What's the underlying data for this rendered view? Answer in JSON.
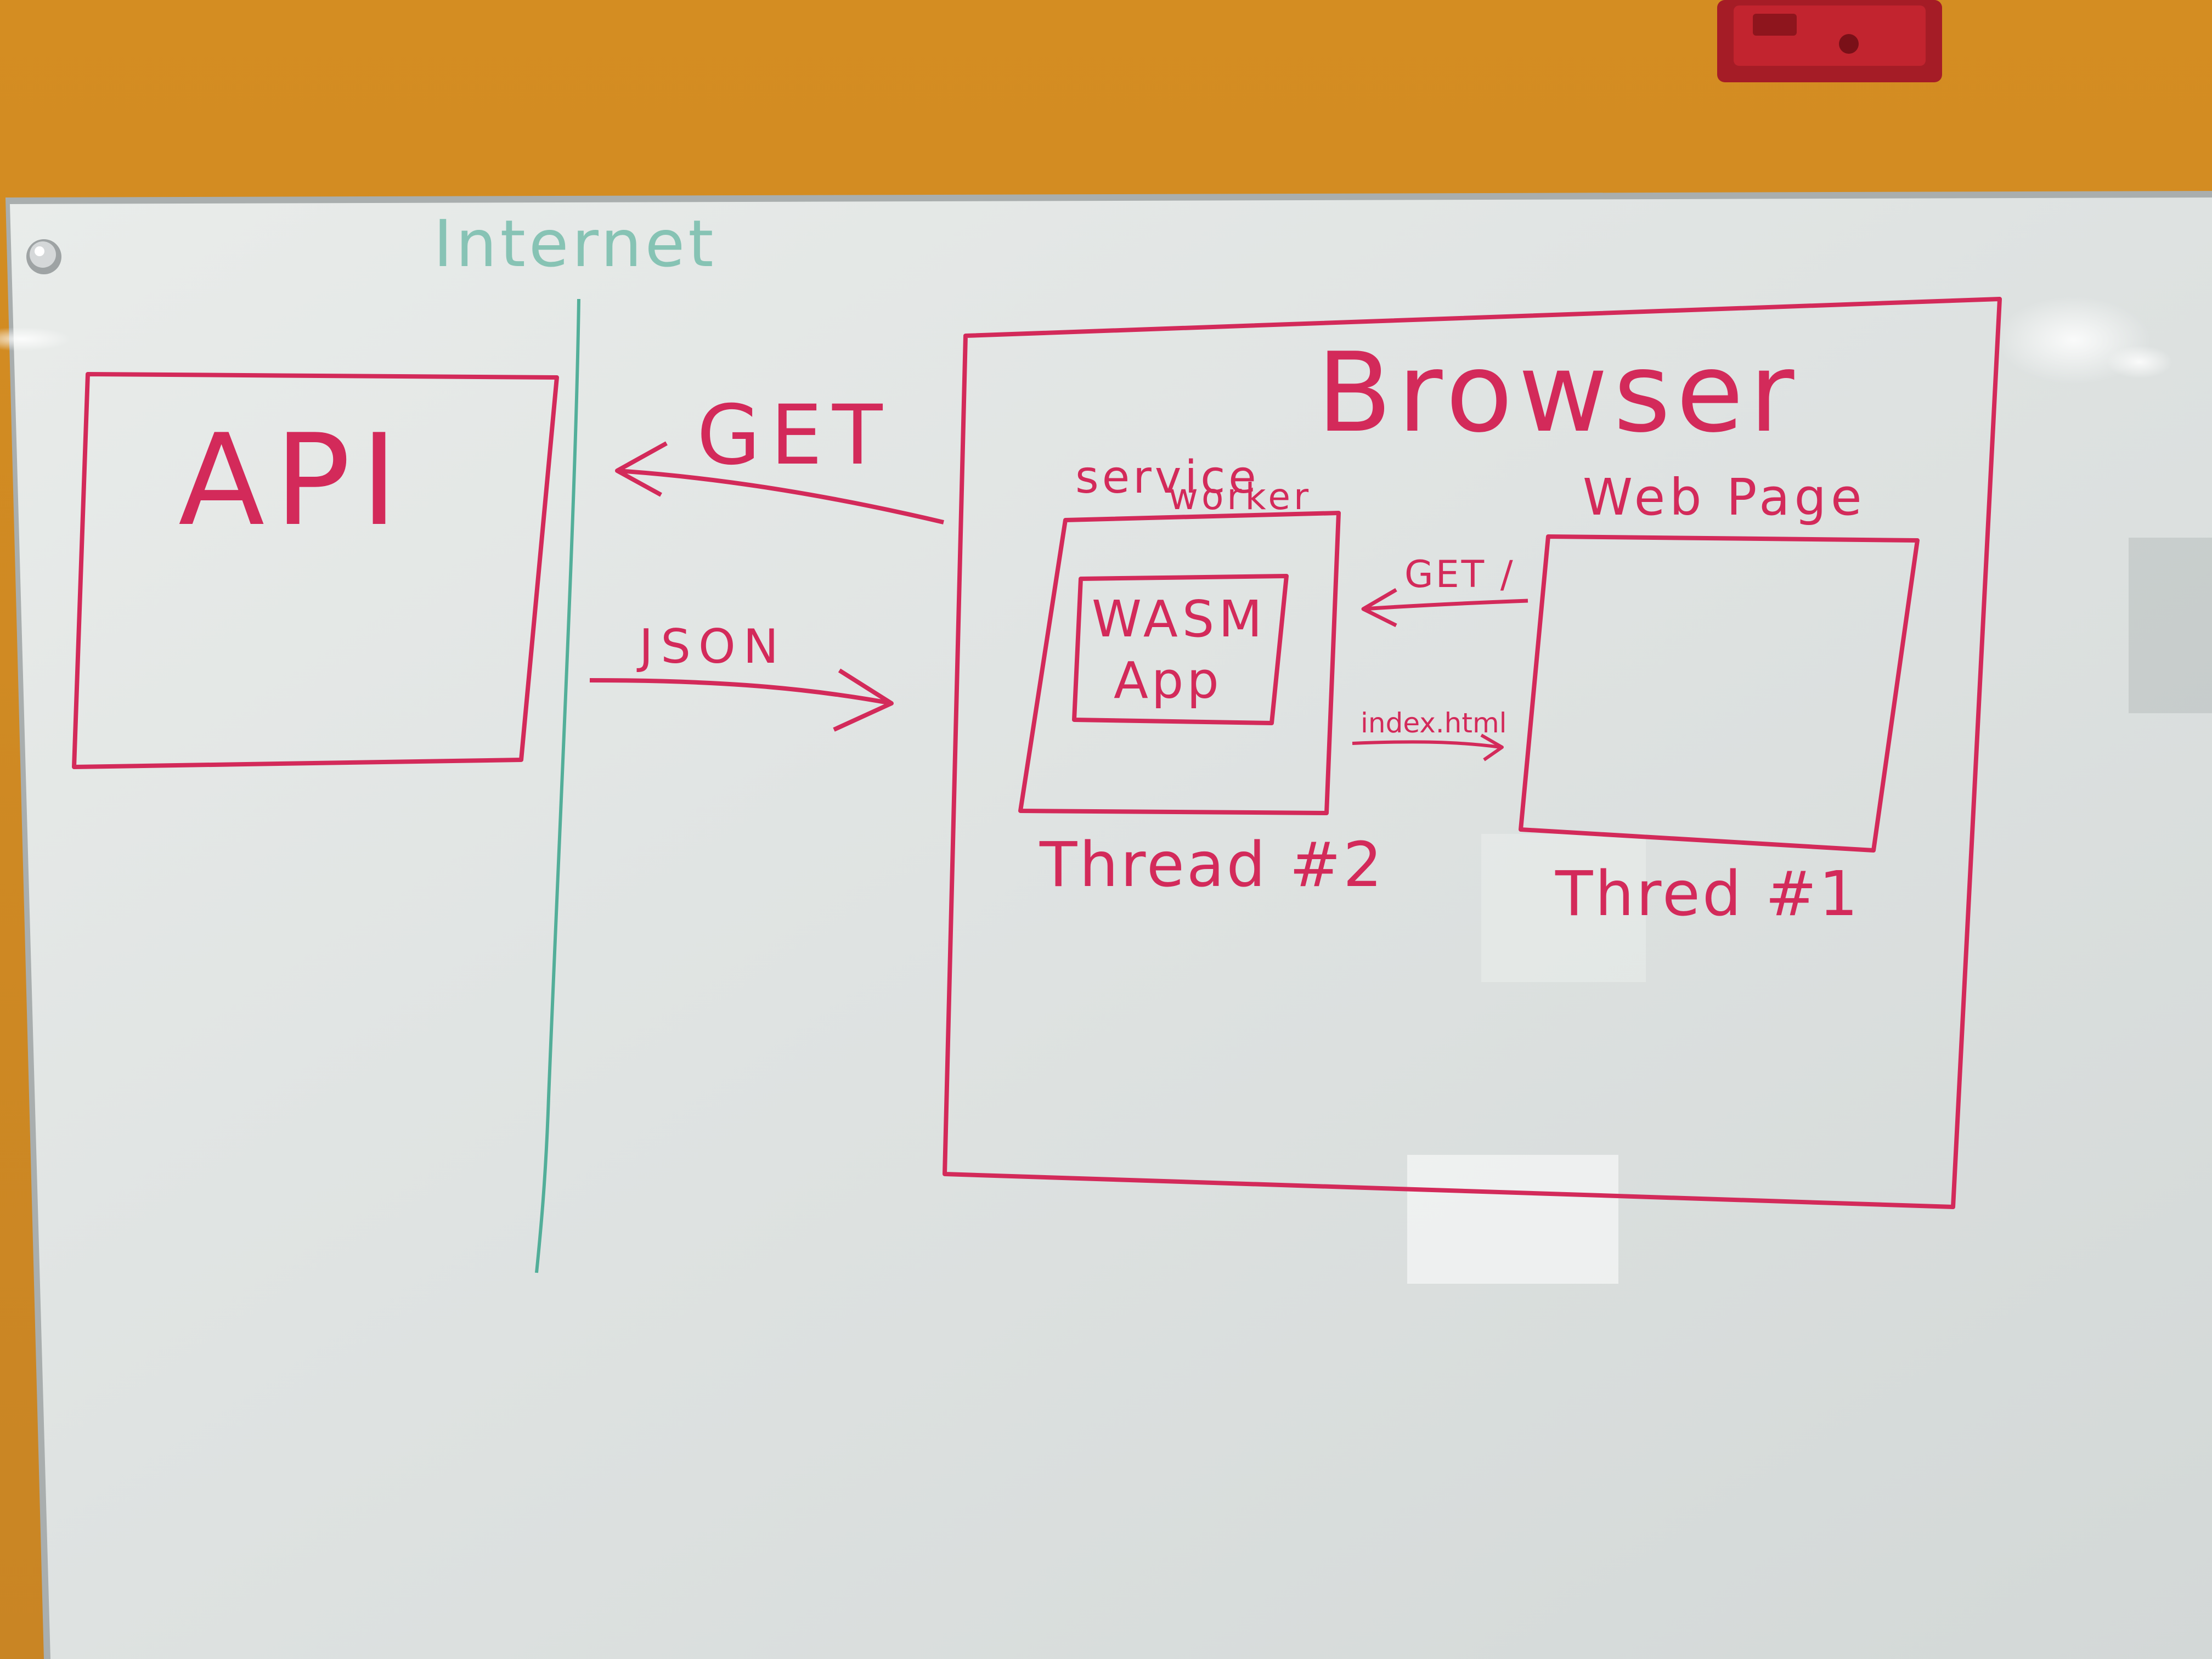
{
  "colors": {
    "wall": "#cf8a1f",
    "board": "#e4e7e6",
    "board_frame": "#b7bcbc",
    "red_marker": "#d32a5a",
    "green_marker": "#3aa58c",
    "alarm": "#b3202a"
  },
  "labels": {
    "internet": "Internet",
    "api": "API",
    "browser": "Browser",
    "get_outbound": "GET",
    "json": "JSON",
    "service_worker_line1": "service",
    "service_worker_line2": "worker",
    "wasm_line1": "WASM",
    "wasm_line2": "App",
    "web_page": "Web Page",
    "get_inner": "GET /",
    "index_html": "index.html",
    "thread2": "Thread #2",
    "thread1": "Thred #1"
  }
}
